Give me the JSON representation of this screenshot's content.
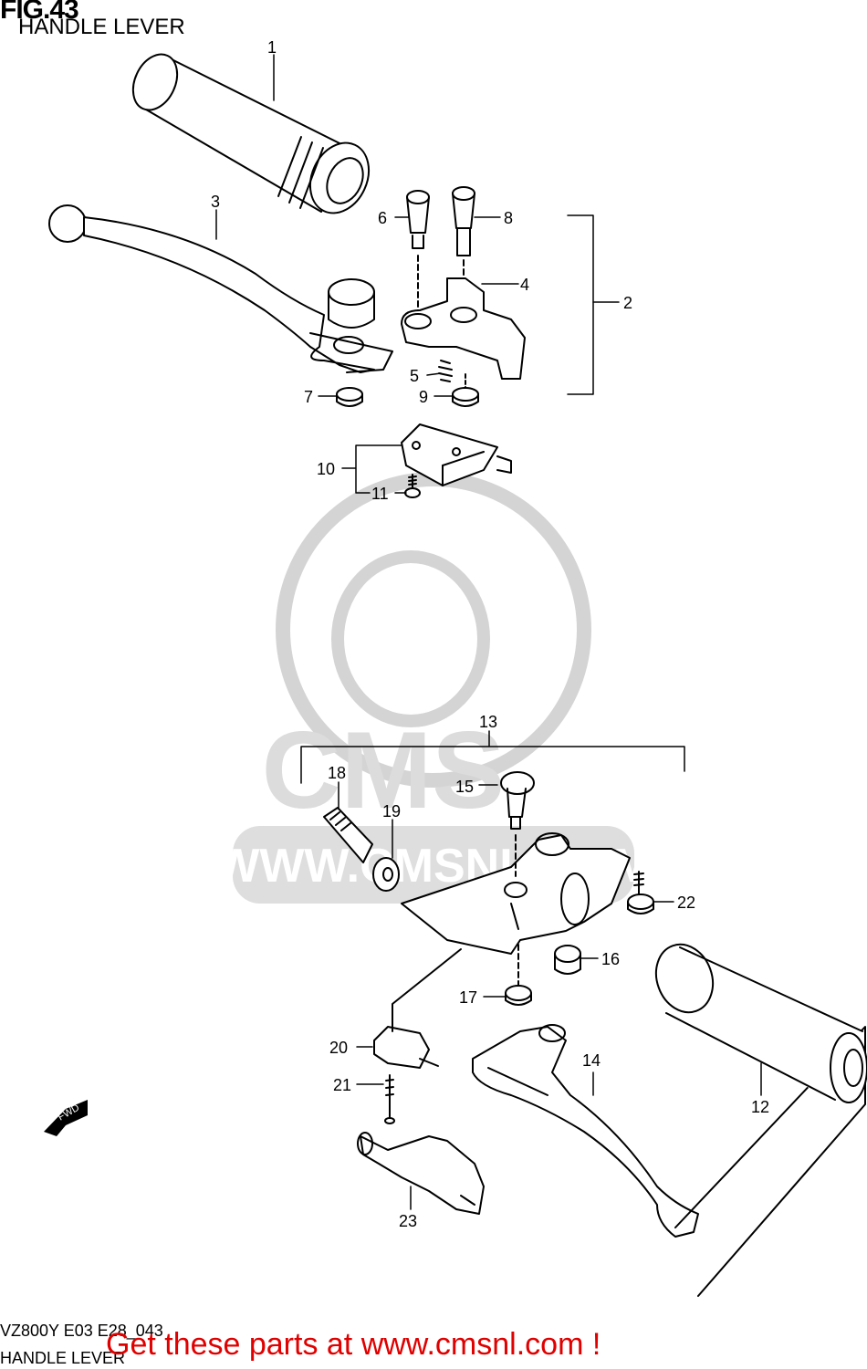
{
  "header": {
    "title": "FIG.43",
    "subtitle": "HANDLE LEVER"
  },
  "watermark": {
    "brand": "CMS",
    "url": "WWW.CMSNL.COM"
  },
  "callouts": [
    {
      "id": "c1",
      "label": "1"
    },
    {
      "id": "c2",
      "label": "2"
    },
    {
      "id": "c3",
      "label": "3"
    },
    {
      "id": "c4",
      "label": "4"
    },
    {
      "id": "c5",
      "label": "5"
    },
    {
      "id": "c6",
      "label": "6"
    },
    {
      "id": "c7",
      "label": "7"
    },
    {
      "id": "c8",
      "label": "8"
    },
    {
      "id": "c9",
      "label": "9"
    },
    {
      "id": "c10",
      "label": "10"
    },
    {
      "id": "c11",
      "label": "11"
    },
    {
      "id": "c12",
      "label": "12"
    },
    {
      "id": "c13",
      "label": "13"
    },
    {
      "id": "c14",
      "label": "14"
    },
    {
      "id": "c15",
      "label": "15"
    },
    {
      "id": "c16",
      "label": "16"
    },
    {
      "id": "c17",
      "label": "17"
    },
    {
      "id": "c18",
      "label": "18"
    },
    {
      "id": "c19",
      "label": "19"
    },
    {
      "id": "c20",
      "label": "20"
    },
    {
      "id": "c21",
      "label": "21"
    },
    {
      "id": "c22",
      "label": "22"
    },
    {
      "id": "c23",
      "label": "23"
    }
  ],
  "fwd_marker": {
    "label": "FWD"
  },
  "footer": {
    "model": "VZ800Y E03 E28_043",
    "name": "HANDLE LEVER",
    "cta": "Get these parts at www.cmsnl.com !"
  },
  "colors": {
    "line": "#000000",
    "watermark": "#d9d9d9",
    "cta": "#e00000"
  }
}
